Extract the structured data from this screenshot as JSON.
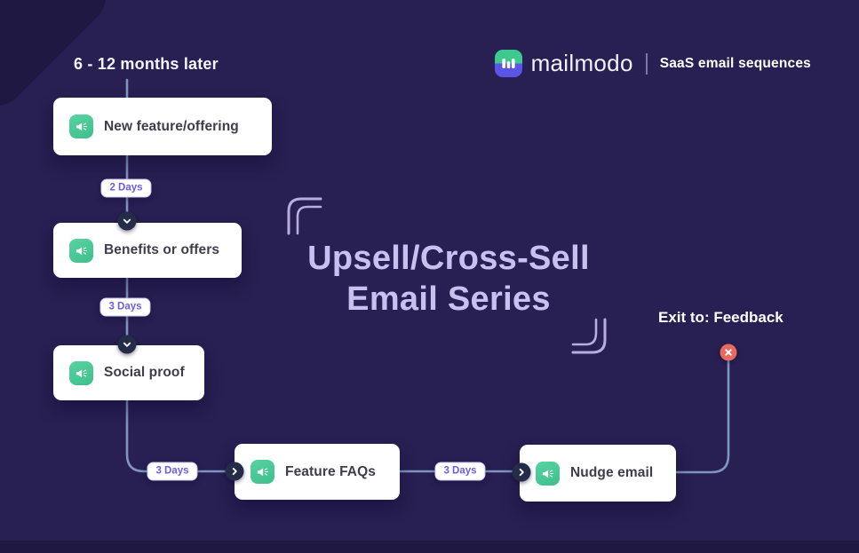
{
  "header": {
    "brand_name": "mailmodo",
    "divider": "|",
    "tagline": "SaaS email sequences"
  },
  "notes": {
    "timing": "6 - 12 months later",
    "exit": "Exit to: Feedback"
  },
  "title": {
    "line1": "Upsell/Cross-Sell",
    "line2": "Email Series"
  },
  "flow": {
    "nodes": [
      {
        "label": "New feature/offering",
        "icon": "megaphone-icon"
      },
      {
        "label": "Benefits or offers",
        "icon": "megaphone-icon"
      },
      {
        "label": "Social proof",
        "icon": "megaphone-icon"
      },
      {
        "label": "Feature FAQs",
        "icon": "megaphone-icon"
      },
      {
        "label": "Nudge email",
        "icon": "megaphone-icon"
      }
    ],
    "delays": [
      "2 Days",
      "3 Days",
      "3 Days",
      "3 Days"
    ],
    "exit_marker": "x"
  },
  "colors": {
    "background": "#281f52",
    "corner_shade": "#1f1843",
    "card_bg": "#ffffff",
    "card_text": "#3d3d4c",
    "icon_green": "#44c795",
    "accent_purple": "#6c5ce7",
    "connector_blue": "#7e95c1",
    "marker_navy": "#242c48",
    "exit_red": "#e8695f",
    "title_lavender": "#c8c1ef",
    "logo_green": "#3ec98e",
    "logo_indigo": "#5b54e6"
  }
}
